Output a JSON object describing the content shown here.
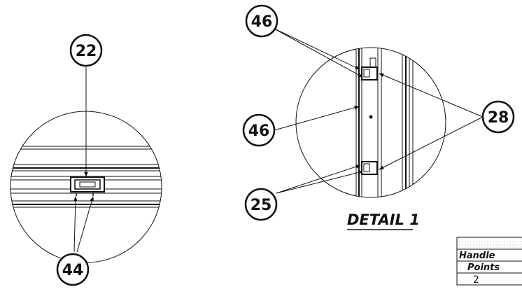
{
  "balloons": {
    "left_top": "22",
    "left_bottom": "44",
    "detail_top": "46",
    "detail_left": "46",
    "detail_right": "28",
    "detail_bottom": "25"
  },
  "detail_label": "DETAIL 1",
  "table": {
    "header_1": "Handle",
    "header_2": "Points",
    "value": "2"
  },
  "colors": {
    "line": "#111111",
    "background": "#ffffff",
    "table_shade": "#dcdcdc"
  }
}
